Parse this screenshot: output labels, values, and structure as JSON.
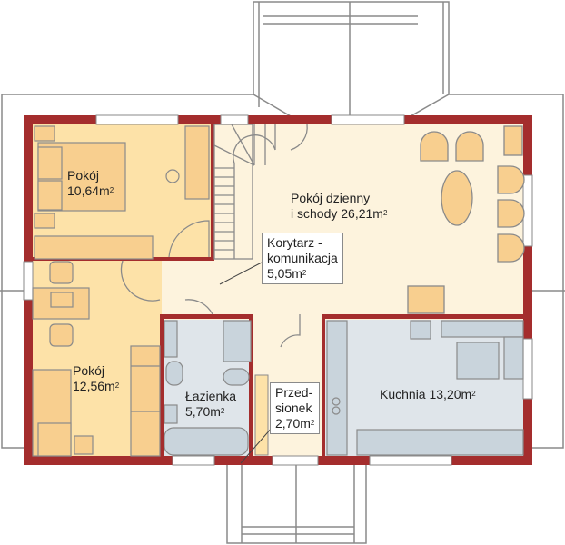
{
  "plan": {
    "colors": {
      "wall": "#a42d2d",
      "room_bedroom": "#fde2a8",
      "furniture": "#f8cf8f",
      "room_living": "#fdf3dd",
      "room_wet": "#dfe5ea",
      "fixture_wet": "#c9d4dc",
      "line": "#8a8a8a",
      "roof_outline": "#8a8a8a"
    },
    "rooms": [
      {
        "id": "pokoj-1",
        "name": "Pokój",
        "area": "10,64m",
        "unit_sup": "2"
      },
      {
        "id": "pokoj-2",
        "name": "Pokój",
        "area": "12,56m",
        "unit_sup": "2"
      },
      {
        "id": "pokoj-dzienny",
        "name_line1": "Pokój dzienny",
        "name_line2": "i schody 26,21m",
        "unit_sup": "2"
      },
      {
        "id": "korytarz",
        "name_line1": "Korytarz -",
        "name_line2": "komunikacja",
        "area": "5,05m",
        "unit_sup": "2"
      },
      {
        "id": "lazienka",
        "name": "Łazienka",
        "area": "5,70m",
        "unit_sup": "2"
      },
      {
        "id": "przedsionek",
        "name_line1": "Przed-",
        "name_line2": "sionek",
        "area": "2,70m",
        "unit_sup": "2"
      },
      {
        "id": "kuchnia",
        "name": "Kuchnia 13,20m",
        "unit_sup": "2"
      }
    ]
  }
}
